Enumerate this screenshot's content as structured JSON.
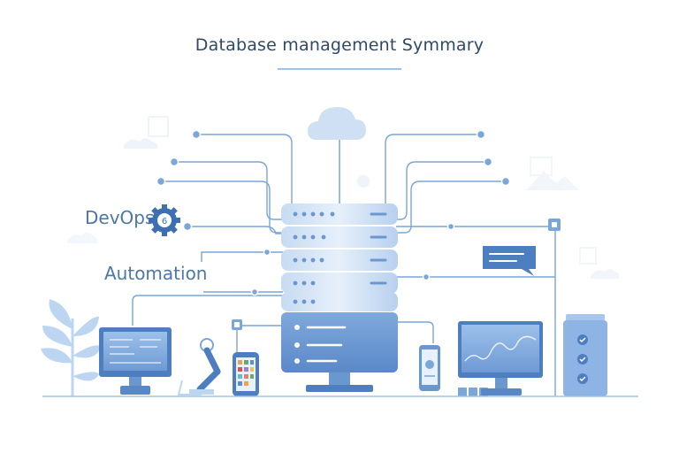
{
  "header": {
    "title": "Database management Symmary"
  },
  "labels": {
    "devops": "DevOps",
    "automation": "Automation"
  },
  "icons": [
    "cloud-icon",
    "server-stack-icon",
    "gear-icon",
    "monitor-icon",
    "smartphone-icon",
    "tablet-icon",
    "desktop-monitor-icon",
    "chat-bubble-icon",
    "storage-cylinder-icon",
    "plant-icon",
    "robot-arm-icon"
  ],
  "colors": {
    "accent": "#5b8fd0",
    "light": "#c9ddf3",
    "line": "#7aa6d8",
    "text": "#2f4a66"
  }
}
